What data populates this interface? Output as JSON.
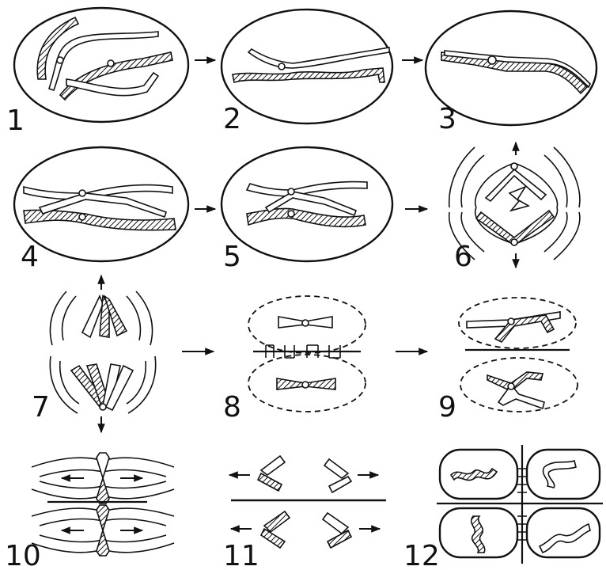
{
  "figure": {
    "stages": [
      {
        "label": "1"
      },
      {
        "label": "2"
      },
      {
        "label": "3"
      },
      {
        "label": "4"
      },
      {
        "label": "5"
      },
      {
        "label": "6"
      },
      {
        "label": "7"
      },
      {
        "label": "8"
      },
      {
        "label": "9"
      },
      {
        "label": "10"
      },
      {
        "label": "11"
      },
      {
        "label": "12"
      }
    ]
  }
}
